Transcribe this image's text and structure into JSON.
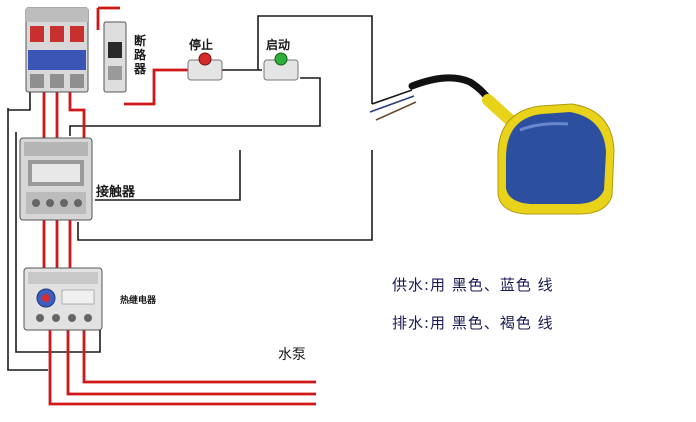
{
  "labels": {
    "breaker": "断路器",
    "stop": "停止",
    "start": "启动",
    "contactor": "接触器",
    "thermal_relay": "热继电器",
    "pump": "水泵"
  },
  "notes": {
    "supply": "供水:用 黑色、蓝色 线",
    "drain": "排水:用 黑色、褐色 线"
  },
  "colors": {
    "wire_red": "#d01818",
    "wire_black": "#1a1a1a",
    "float_body": "#2c4fa0",
    "float_rim": "#e8d21a",
    "stop_button": "#d42a2a",
    "start_button": "#2fae3a"
  }
}
